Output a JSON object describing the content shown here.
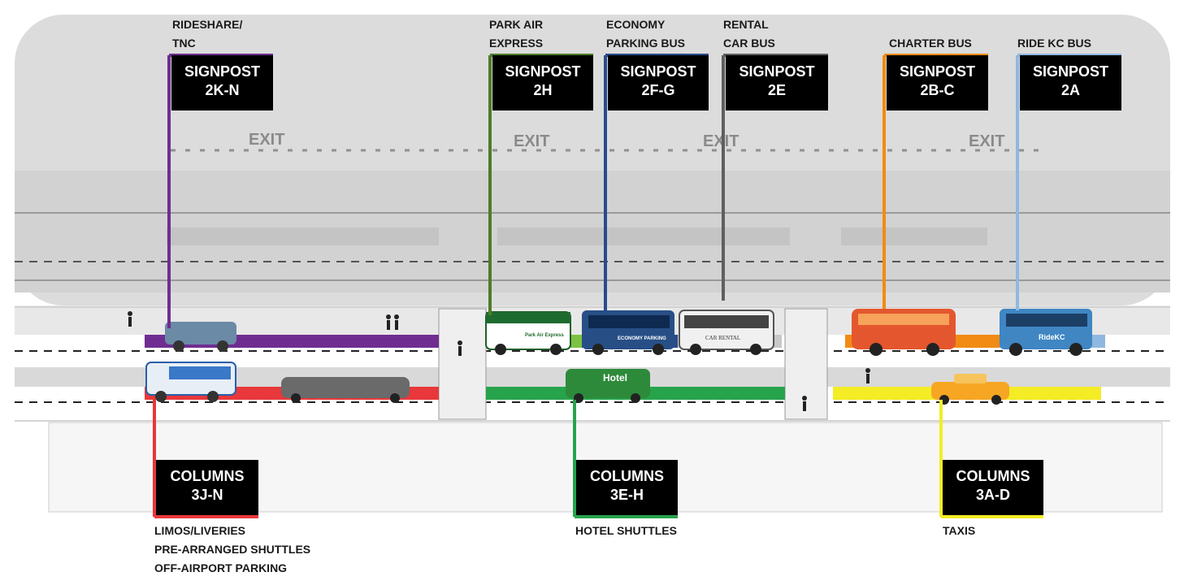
{
  "exit_text": "EXIT",
  "colors": {
    "rideshare": "#6f2d91",
    "park_air": "#4d7c2a",
    "economy": "#2a4a8e",
    "rental": "#5f5f5f",
    "charter": "#f28b14",
    "ridekc": "#8fb8e0",
    "limo": "#e8383b",
    "hotel": "#27a34b",
    "taxi": "#f4ec25"
  },
  "signposts": [
    {
      "id": "2k-n",
      "top": "RIDESHARE/",
      "bottom": "TNC",
      "sign1": "SIGNPOST",
      "sign2": "2K-N",
      "color": "#6f2d91"
    },
    {
      "id": "2h",
      "top": "PARK AIR",
      "bottom": "EXPRESS",
      "sign1": "SIGNPOST",
      "sign2": "2H",
      "color": "#4d7c2a"
    },
    {
      "id": "2f-g",
      "top": "ECONOMY",
      "bottom": "PARKING BUS",
      "sign1": "SIGNPOST",
      "sign2": "2F-G",
      "color": "#2a4a8e"
    },
    {
      "id": "2e",
      "top": "RENTAL",
      "bottom": "CAR BUS",
      "sign1": "SIGNPOST",
      "sign2": "2E",
      "color": "#5f5f5f"
    },
    {
      "id": "2b-c",
      "top": "CHARTER BUS",
      "sign1": "SIGNPOST",
      "sign2": "2B-C",
      "color": "#f28b14"
    },
    {
      "id": "2a",
      "top": "RIDE KC BUS",
      "sign1": "SIGNPOST",
      "sign2": "2A",
      "color": "#8fb8e0"
    }
  ],
  "columns": [
    {
      "id": "3j-n",
      "sign1": "COLUMNS",
      "sign2": "3J-N",
      "color": "#e8383b",
      "labels": [
        "LIMOS/LIVERIES",
        "PRE-ARRANGED SHUTTLES",
        "OFF-AIRPORT PARKING"
      ]
    },
    {
      "id": "3e-h",
      "sign1": "COLUMNS",
      "sign2": "3E-H",
      "color": "#27a34b",
      "labels": [
        "HOTEL SHUTTLES"
      ]
    },
    {
      "id": "3a-d",
      "sign1": "COLUMNS",
      "sign2": "3A-D",
      "color": "#f4ec25",
      "labels": [
        "TAXIS"
      ]
    }
  ],
  "vehicle_text": {
    "park_air": "Park Air Express",
    "economy": "ECONOMY PARKING",
    "rental": "CAR RENTAL",
    "ridekc": "RideKC",
    "hotel": "Hotel"
  }
}
